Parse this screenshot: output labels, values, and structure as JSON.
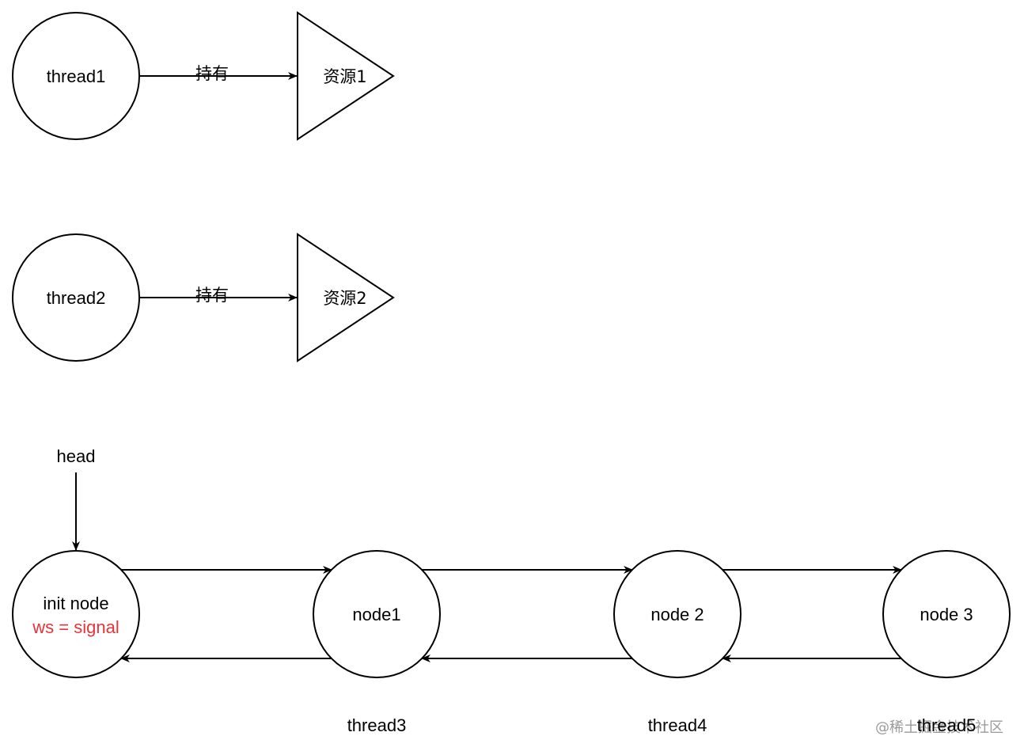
{
  "colors": {
    "stroke": "#000000",
    "text": "#000000",
    "highlight": "#e8333a",
    "watermark": "#9a9a9a"
  },
  "threads": [
    {
      "label": "thread1",
      "edge_label": "持有",
      "resource": "资源1"
    },
    {
      "label": "thread2",
      "edge_label": "持有",
      "resource": "资源2"
    }
  ],
  "queue": {
    "head_label": "head",
    "init_node": {
      "label": "init node",
      "status": "ws = signal"
    },
    "nodes": [
      {
        "label": "node1",
        "thread": "thread3"
      },
      {
        "label": "node 2",
        "thread": "thread4"
      },
      {
        "label": "node 3",
        "thread": "thread5"
      }
    ]
  },
  "watermark": "@稀土掘金技术社区"
}
